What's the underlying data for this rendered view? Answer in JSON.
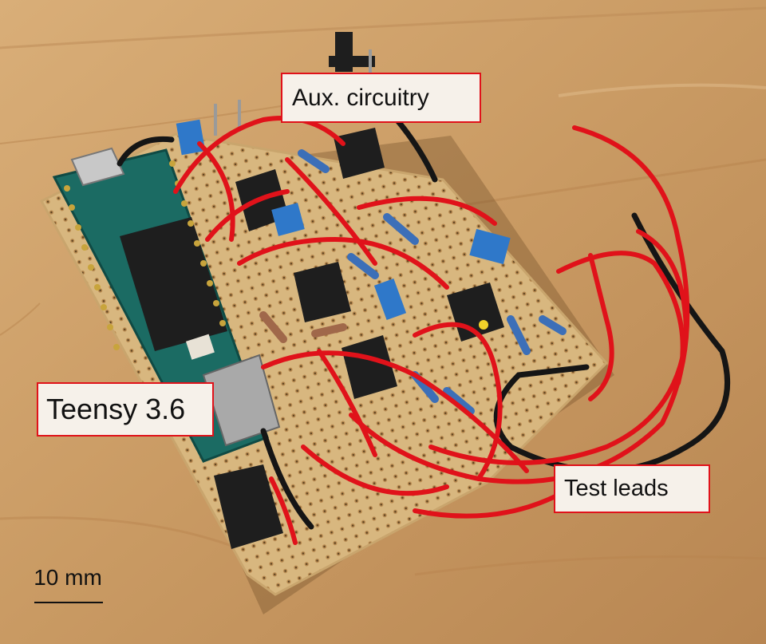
{
  "image": {
    "subject": "prototype circuit board",
    "colors": {
      "table": "#c99a63",
      "board": "#d8b77f",
      "teensy_pcb": "#1b6b63",
      "wire_red": "#e0121a",
      "wire_black": "#151515",
      "ic_black": "#1e1e1e",
      "capacitor_blue": "#2f78c9",
      "callout_border": "#e0121a",
      "callout_fill": "#f6f1ea"
    }
  },
  "labels": {
    "aux": "Aux. circuitry",
    "teensy": "Teensy 3.6",
    "leads": "Test leads"
  },
  "scale": {
    "text": "10 mm"
  }
}
